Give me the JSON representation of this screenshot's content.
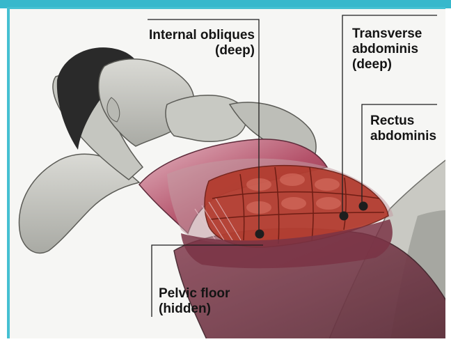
{
  "labels": {
    "internal_obliques": {
      "line1": "Internal obliques",
      "line2": "(deep)"
    },
    "transverse_abdominis": {
      "line1": "Transverse",
      "line2": "abdominis",
      "line3": "(deep)"
    },
    "rectus_abdominis": {
      "line1": "Rectus",
      "line2": "abdominis"
    },
    "pelvic_floor": {
      "line1": "Pelvic floor",
      "line2": "(hidden)"
    }
  },
  "colors": {
    "frame_accent": "#45c0d2",
    "leader_line": "#1e1e1e",
    "muscle_red": "#b23a2c",
    "shirt_magenta": "#a9475f",
    "skin": "#cfcfca"
  }
}
